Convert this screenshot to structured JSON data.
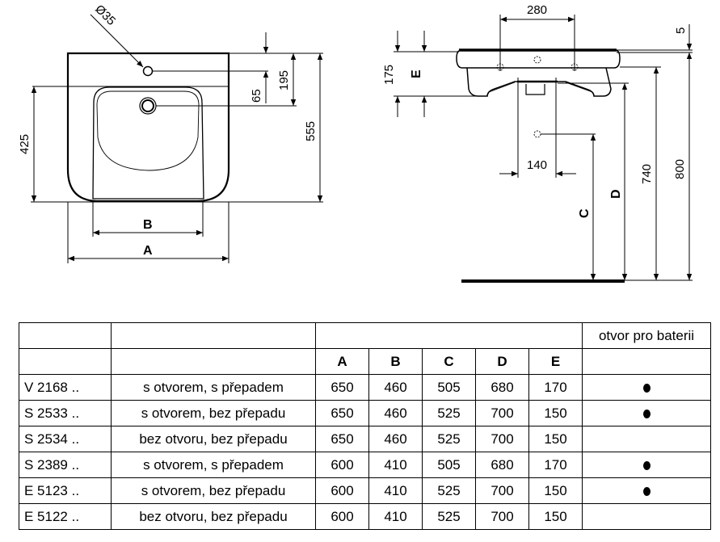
{
  "top_view": {
    "hole_diameter": "Ø35",
    "dim_65": "65",
    "dim_195": "195",
    "dim_555": "555",
    "dim_425": "425",
    "label_B": "B",
    "label_A": "A"
  },
  "side_view": {
    "dim_280": "280",
    "dim_5": "5",
    "dim_175": "175",
    "label_E": "E",
    "dim_140": "140",
    "label_C": "C",
    "label_D": "D",
    "dim_740": "740",
    "dim_800": "800"
  },
  "table": {
    "header_battery": "otvor pro baterii",
    "columns": [
      "A",
      "B",
      "C",
      "D",
      "E"
    ],
    "rows": [
      {
        "code": "V 2168 ..",
        "desc": "s otvorem, s přepadem",
        "A": "650",
        "B": "460",
        "C": "505",
        "D": "680",
        "E": "170",
        "battery_hole": true
      },
      {
        "code": "S 2533 ..",
        "desc": "s otvorem, bez přepadu",
        "A": "650",
        "B": "460",
        "C": "525",
        "D": "700",
        "E": "150",
        "battery_hole": true
      },
      {
        "code": "S 2534 ..",
        "desc": "bez otvoru, bez přepadu",
        "A": "650",
        "B": "460",
        "C": "525",
        "D": "700",
        "E": "150",
        "battery_hole": false
      },
      {
        "code": "S 2389 ..",
        "desc": "s otvorem, s přepadem",
        "A": "600",
        "B": "410",
        "C": "505",
        "D": "680",
        "E": "170",
        "battery_hole": true
      },
      {
        "code": "E 5123 ..",
        "desc": "s otvorem, bez přepadu",
        "A": "600",
        "B": "410",
        "C": "525",
        "D": "700",
        "E": "150",
        "battery_hole": true
      },
      {
        "code": "E 5122 ..",
        "desc": "bez otvoru, bez přepadu",
        "A": "600",
        "B": "410",
        "C": "525",
        "D": "700",
        "E": "150",
        "battery_hole": false
      }
    ]
  }
}
